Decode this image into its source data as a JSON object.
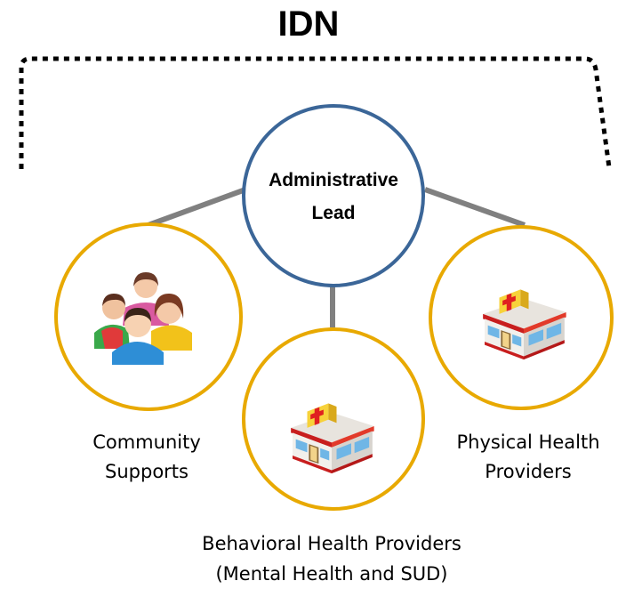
{
  "title": "IDN",
  "lead": {
    "line1": "Administrative",
    "line2": "Lead"
  },
  "nodes": {
    "community": {
      "line1": "Community",
      "line2": "Supports",
      "icon": "people-group-icon"
    },
    "behavioral": {
      "line1": "Behavioral Health Providers",
      "line2": "(Mental Health and SUD)",
      "icon": "hospital-building-icon"
    },
    "physical": {
      "line1": "Physical Health",
      "line2": "Providers",
      "icon": "hospital-building-icon"
    }
  },
  "colors": {
    "lead_circle": "#3b6698",
    "node_circle": "#e8a901",
    "connector": "#808080",
    "bracket": "#000000"
  }
}
